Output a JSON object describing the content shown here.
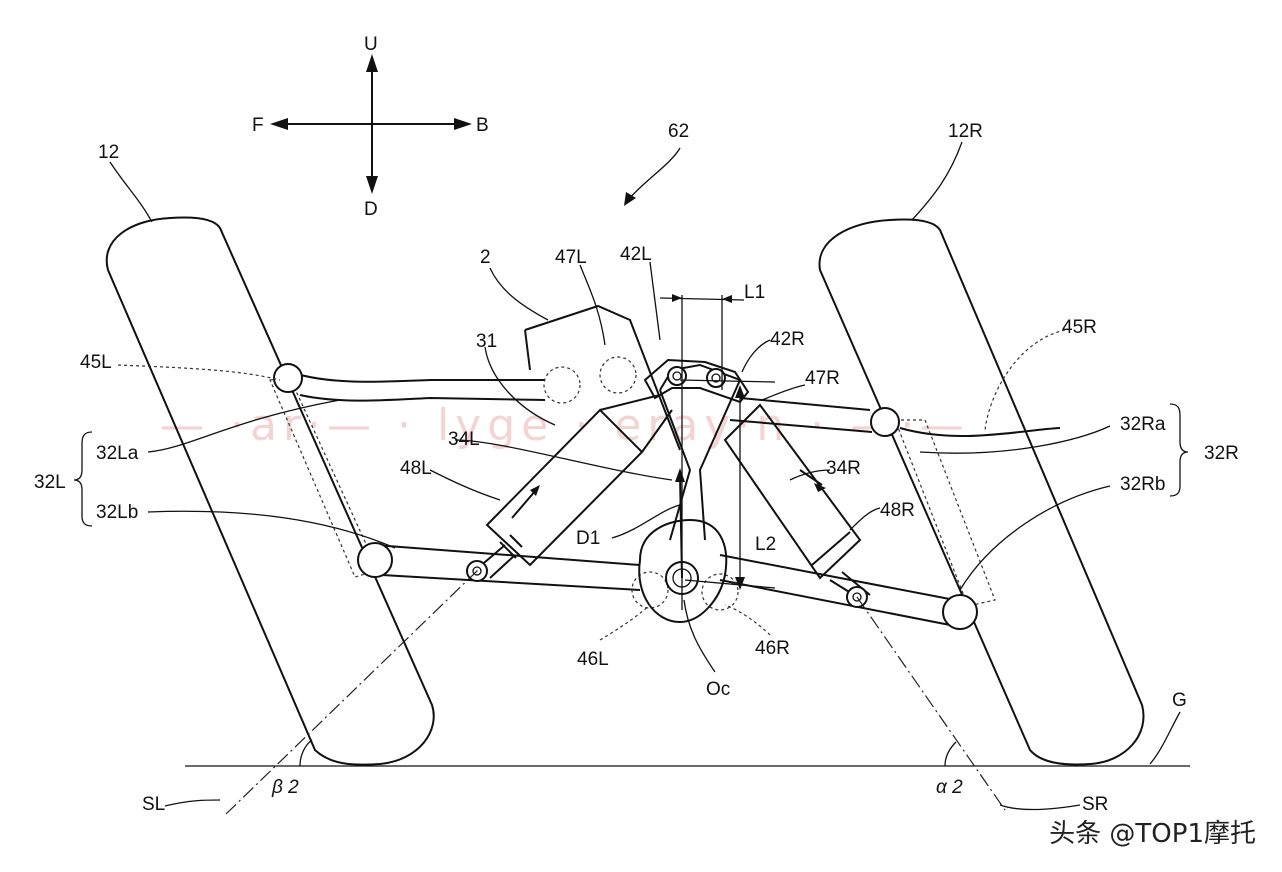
{
  "compass": {
    "up": "U",
    "down": "D",
    "front": "F",
    "back": "B"
  },
  "labels": {
    "l62": "62",
    "l12": "12",
    "l12R": "12R",
    "l2": "2",
    "l47L": "47L",
    "l42L": "42L",
    "lL1": "L1",
    "l42R": "42R",
    "l47R": "47R",
    "l45R": "45R",
    "l45L": "45L",
    "l31": "31",
    "l34L": "34L",
    "l32La": "32La",
    "l32L": "32L",
    "l32Lb": "32Lb",
    "l48L": "48L",
    "l32Ra": "32Ra",
    "l32R": "32R",
    "l32Rb": "32Rb",
    "l34R": "34R",
    "l48R": "48R",
    "lD1": "D1",
    "lL2": "L2",
    "l46L": "46L",
    "l46R": "46R",
    "lOc": "Oc",
    "lG": "G",
    "lSL": "SL",
    "lSR": "SR",
    "lBeta2": "β 2",
    "lAlpha2": "α 2"
  },
  "credit": "头条 @TOP1摩托"
}
